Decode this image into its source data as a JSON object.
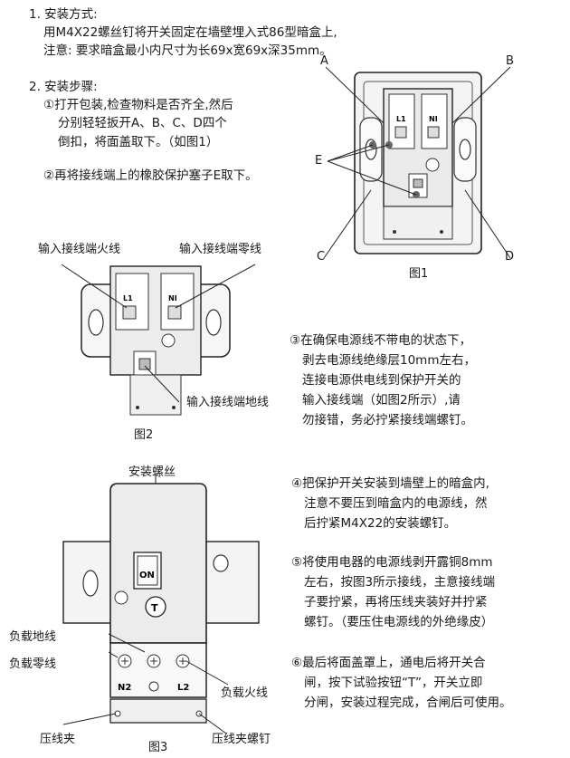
{
  "section1": {
    "heading": "1. 安装方式:",
    "line1": "用M4X22螺丝钉将开关固定在墙壁埋入式86型暗盒上,",
    "line2": "注意: 要求暗盒最小内尺寸为长69x宽69x深35mm。"
  },
  "section2": {
    "heading": "2. 安装步骤:",
    "step1": [
      "①打开包装,检查物料是否齐全,然后",
      "分别轻轻扳开A、B、C、D四个",
      "倒扣，将面盖取下。（如图1）"
    ],
    "step2": "②再将接线端上的橡胶保护塞子E取下。",
    "step3": [
      "③在确保电源线不带电的状态下，",
      "剥去电源线绝缘层10mm左右，",
      "连接电源供电线到保护开关的",
      "输入接线端（如图2所示）,请",
      "勿接错，务必拧紧接线端螺钉。"
    ],
    "step4": [
      "④把保护开关安装到墙壁上的暗盒内,",
      "注意不要压到暗盒内的电源线，然",
      "后拧紧M4X22的安装螺钉。"
    ],
    "step5": [
      "⑤将使用电器的电源线剥开露铜8mm",
      "左右，按图3所示接线，主意接线端",
      "子要拧紧，再将压线夹装好并拧紧",
      "螺钉。（要压住电源线的外绝缘皮）"
    ],
    "step6": [
      "⑥最后将面盖罩上，通电后将开关合",
      "闸，按下试验按钮“T”，开关立即",
      "分闸，安装过程完成，合闸后可使用。"
    ]
  },
  "figure1": {
    "caption": "图1",
    "labels": {
      "a": "A",
      "b": "B",
      "c": "C",
      "d": "D",
      "e": "E"
    },
    "terminal_live": "L1",
    "terminal_neutral": "NI"
  },
  "figure2": {
    "caption": "图2",
    "label_live": "输入接线端火线",
    "label_neutral": "输入接线端零线",
    "label_ground": "输入接线端地线",
    "terminal_live": "L1",
    "terminal_neutral": "NI"
  },
  "figure3": {
    "caption": "图3",
    "label_screw": "安装螺丝",
    "label_load_ground": "负载地线",
    "label_load_neutral": "负载零线",
    "label_load_live": "负载火线",
    "label_clamp": "压线夹",
    "label_clamp_screw": "压线夹螺钉",
    "switch_text": "ON",
    "test_button": "T",
    "terminal_n": "N2",
    "terminal_l": "L2"
  }
}
